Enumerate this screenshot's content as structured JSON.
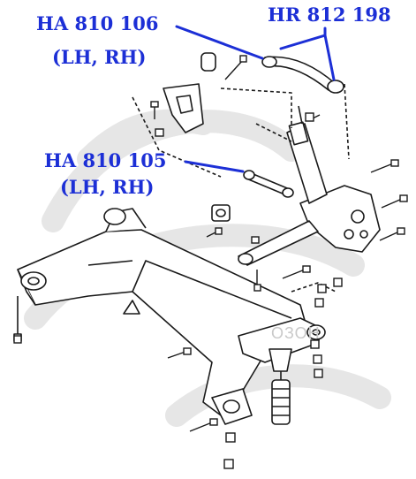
{
  "callouts": [
    {
      "id": "ha-810-106",
      "part_number": "HA 810 106",
      "sides": "(LH, RH)"
    },
    {
      "id": "hr-812-198",
      "part_number": "HR 812 198"
    },
    {
      "id": "ha-810-105",
      "part_number": "HA 810 105",
      "sides": "(LH, RH)"
    }
  ],
  "watermark": {
    "text": "ОЗОН"
  },
  "colors": {
    "callout": "#1c2fd6",
    "line_art": "#1a1a1a",
    "watermark": "#e6e6e6",
    "highlight": "#ffffff"
  }
}
